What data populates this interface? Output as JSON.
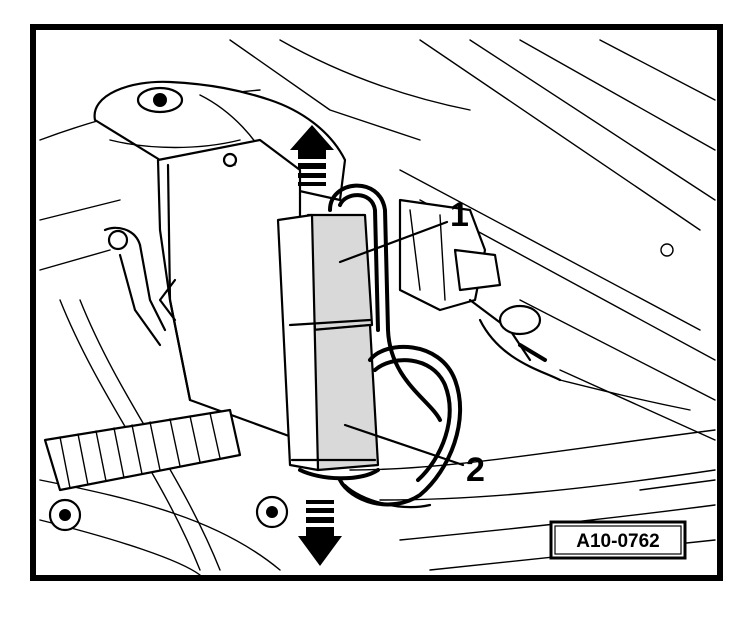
{
  "labels": {
    "callout_1": "1",
    "callout_2": "2"
  },
  "reference_code": "A10-0762",
  "colors": {
    "ink": "#000000",
    "paper": "#ffffff",
    "shade": "#d9d9d9"
  }
}
